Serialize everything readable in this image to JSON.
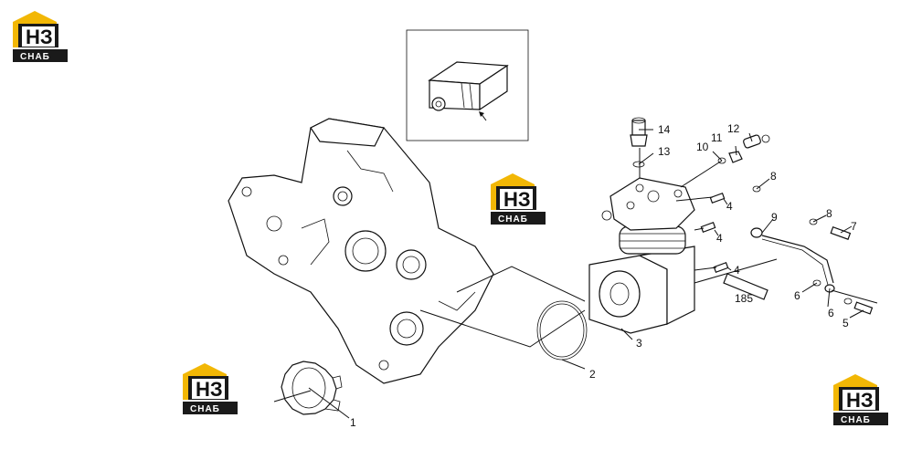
{
  "logo": {
    "primary": "НЗ",
    "secondary": "СНАБ",
    "accent_color": "#f2b705",
    "dark_color": "#1a1a1a"
  },
  "callouts": [
    "1",
    "2",
    "3",
    "4",
    "4",
    "4",
    "5",
    "6",
    "6",
    "7",
    "8",
    "8",
    "9",
    "10",
    "11",
    "12",
    "13",
    "14"
  ],
  "dimension_label": "185"
}
